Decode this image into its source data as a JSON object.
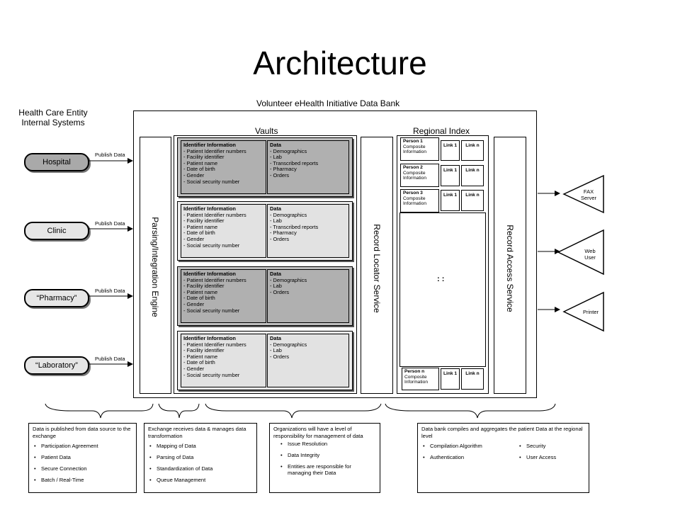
{
  "title": "Architecture",
  "databank_title": "Volunteer eHealth Initiative Data Bank",
  "entities": {
    "header": "Health Care Entity Internal Systems",
    "items": [
      {
        "label": "Hospital",
        "publish": "Publish Data",
        "shaded": true
      },
      {
        "label": "Clinic",
        "publish": "Publish Data",
        "shaded": false
      },
      {
        "label": "“Pharmacy”",
        "publish": "Publish Data",
        "shaded": false
      },
      {
        "label": "“Laboratory”",
        "publish": "Publish Data",
        "shaded": false
      }
    ]
  },
  "parsing_engine": "Parsing/Integration Engine",
  "vaults": {
    "header": "Vaults",
    "items": [
      {
        "shade": "dark",
        "ident_title": "Identifier Information",
        "ident_lines": [
          "- Patient Identifier numbers",
          "- Facility identifier",
          "- Patient name",
          "- Date of birth",
          "- Gender",
          "- Social security number"
        ],
        "data_title": "Data",
        "data_lines": [
          "- Demographics",
          "- Lab",
          "- Transcribed reports",
          "- Pharmacy",
          "- Orders"
        ]
      },
      {
        "shade": "light",
        "ident_title": "Identifier Information",
        "ident_lines": [
          "- Patient Identifier numbers",
          "- Facility identifier",
          "- Patient name",
          "- Date of birth",
          "- Gender",
          "- Social security number"
        ],
        "data_title": "Data",
        "data_lines": [
          "- Demographics",
          "- Lab",
          "- Transcribed reports",
          "- Pharmacy",
          "- Orders"
        ]
      },
      {
        "shade": "dark",
        "ident_title": "Identifier Information",
        "ident_lines": [
          "- Patient Identifier numbers",
          "- Facility identifier",
          "- Patient name",
          "- Date of birth",
          "- Gender",
          "- Social security number"
        ],
        "data_title": "Data",
        "data_lines": [
          "- Demographics",
          "- Lab",
          "- Orders"
        ]
      },
      {
        "shade": "light",
        "ident_title": "Identifier Information",
        "ident_lines": [
          "- Patient Identifier numbers",
          "- Facility identifier",
          "- Patient name",
          "- Date of birth",
          "- Gender",
          "- Social security number"
        ],
        "data_title": "Data",
        "data_lines": [
          "- Demographics",
          "- Lab",
          "- Orders"
        ]
      }
    ]
  },
  "record_locator": "Record Locator Service",
  "regional_index": {
    "header": "Regional Index",
    "persons": [
      {
        "name": "Person 1",
        "info": "Composite Information",
        "link_a": "Link 1",
        "link_b": "Link n"
      },
      {
        "name": "Person 2",
        "info": "Composite Information",
        "link_a": "Link 1",
        "link_b": "Link n"
      },
      {
        "name": "Person 3",
        "info": "Composite Information",
        "link_a": "Link 1",
        "link_b": "Link n"
      }
    ],
    "ellipsis": ": :",
    "last_person": {
      "name": "Person n",
      "info": "Composite Information",
      "link_a": "Link 1",
      "link_b": "Link n"
    }
  },
  "record_access": "Record Access Service",
  "outputs": [
    {
      "label": "FAX Server"
    },
    {
      "label": "Web User"
    },
    {
      "label": "Printer"
    }
  ],
  "notes": [
    {
      "intro": "Data is published from data source to the exchange",
      "bullets": [
        "Participation Agreement",
        "Patient Data",
        "Secure Connection",
        "Batch / Real-Time"
      ]
    },
    {
      "intro": "Exchange receives data & manages data transformation",
      "bullets": [
        "Mapping of Data",
        "Parsing of Data",
        "Standardization of Data",
        "Queue Management"
      ]
    },
    {
      "intro": "Organizations will have a level of responsibility for management of data",
      "bullets": [
        "Issue Resolution",
        "Data Integrity",
        "Entities are responsible for managing their Data"
      ]
    },
    {
      "intro": "Data bank compiles and aggregates the patient Data at the regional level",
      "bullets_left": [
        "Compilation Algorithm",
        "Authentication"
      ],
      "bullets_right": [
        "Security",
        "User Access"
      ]
    }
  ]
}
